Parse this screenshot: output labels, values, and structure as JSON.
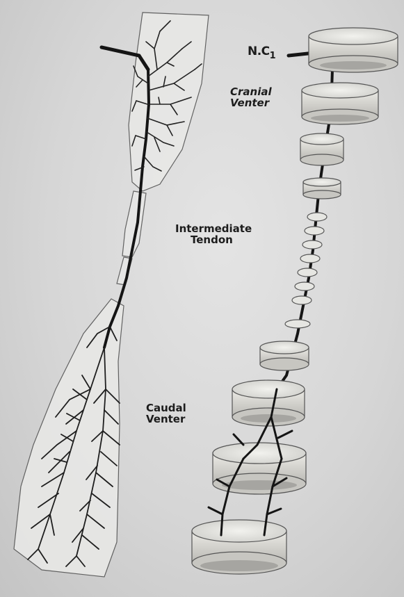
{
  "labels": {
    "nerve": "N.C",
    "nerve_subscript": "1",
    "cranial_line1": "Cranial",
    "cranial_line2": "Venter",
    "intermediate_line1": "Intermediate",
    "intermediate_line2": "Tendon",
    "caudal_line1": "Caudal",
    "caudal_line2": "Venter"
  }
}
